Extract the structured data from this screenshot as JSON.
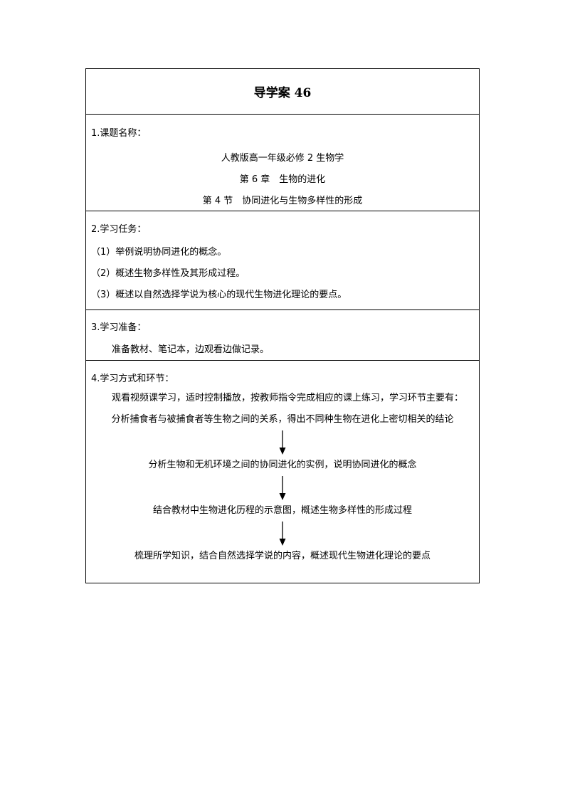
{
  "title": "导学案 46",
  "section1": {
    "label": "1.课题名称：",
    "lines": [
      "人教版高一年级必修 2 生物学",
      "第 6 章　生物的进化",
      "第 4 节　协同进化与生物多样性的形成"
    ]
  },
  "section2": {
    "label": "2.学习任务：",
    "items": [
      "（1）举例说明协同进化的概念。",
      "（2）概述生物多样性及其形成过程。",
      "（3）概述以自然选择学说为核心的现代生物进化理论的要点。"
    ]
  },
  "section3": {
    "label": "3.学习准备：",
    "text": "准备教材、笔记本，边观看边做记录。"
  },
  "section4": {
    "label": "4.学习方式和环节：",
    "text": "观看视频课学习，适时控制播放，按教师指令完成相应的课上练习，学习环节主要有：",
    "steps": [
      "分析捕食者与被捕食者等生物之间的关系，得出不同种生物在进化上密切相关的结论",
      "分析生物和无机环境之间的协同进化的实例，说明协同进化的概念",
      "结合教材中生物进化历程的示意图，概述生物多样性的形成过程",
      "梳理所学知识，结合自然选择学说的内容，概述现代生物进化理论的要点"
    ]
  }
}
